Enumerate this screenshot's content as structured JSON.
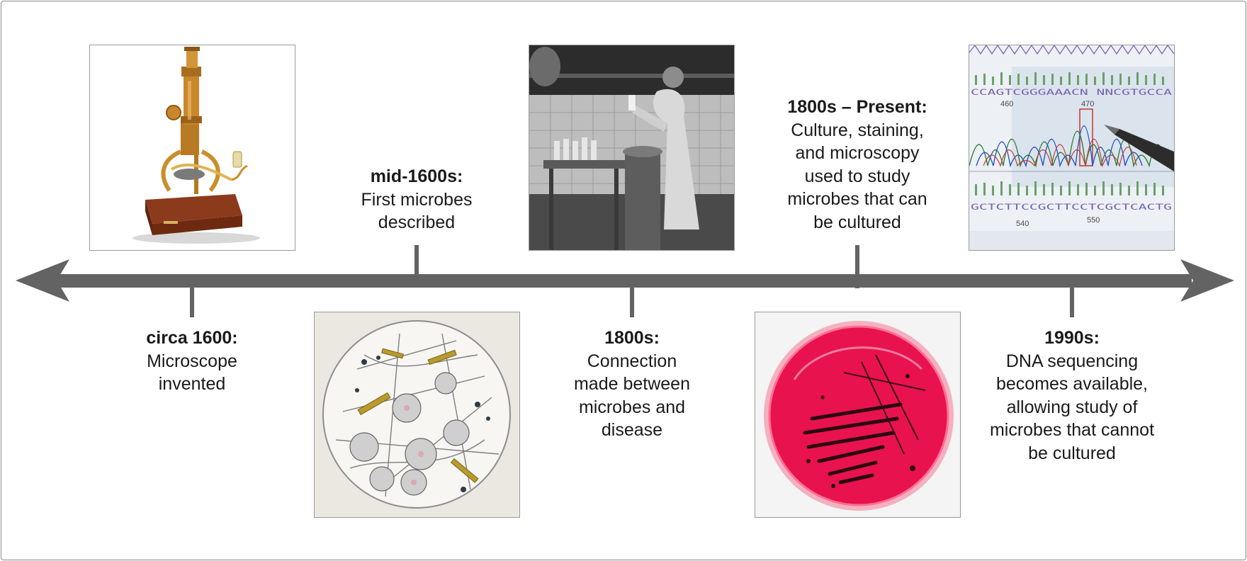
{
  "events": [
    {
      "id": "circa-1600",
      "heading": "circa 1600:",
      "text": "Microscope\ninvented",
      "image": "brass-microscope-illustration"
    },
    {
      "id": "mid-1600s",
      "heading": "mid-1600s:",
      "text": "First microbes\ndescribed",
      "image": "microbe-drawing-circle"
    },
    {
      "id": "1800s",
      "heading": "1800s:",
      "text": "Connection\nmade between\nmicrobes and\ndisease",
      "image": "scientist-laboratory-photo"
    },
    {
      "id": "1800s-present",
      "heading": "1800s – Present:",
      "text": "Culture, staining,\nand microscopy\nused to study\nmicrobes that can\nbe cultured",
      "image": "petri-dish-red-agar"
    },
    {
      "id": "1990s",
      "heading": "1990s:",
      "text": "DNA sequencing\nbecomes available,\nallowing study of\nmicrobes that cannot\nbe cultured",
      "image": "dna-sequencing-chromatogram"
    }
  ],
  "sequence": {
    "bases_top": "CCAGTCGGGAAACN NNCGTGCCA",
    "bases_bottom": "GCTCTTCCGCTTCCTCGCTCACTG",
    "pos_460": "460",
    "pos_470": "470",
    "pos_540": "540",
    "pos_550": "550"
  },
  "colors": {
    "axis": "#636363",
    "text": "#1a1a1a",
    "agar": "#e8124e",
    "frame": "#8a8a8a"
  }
}
